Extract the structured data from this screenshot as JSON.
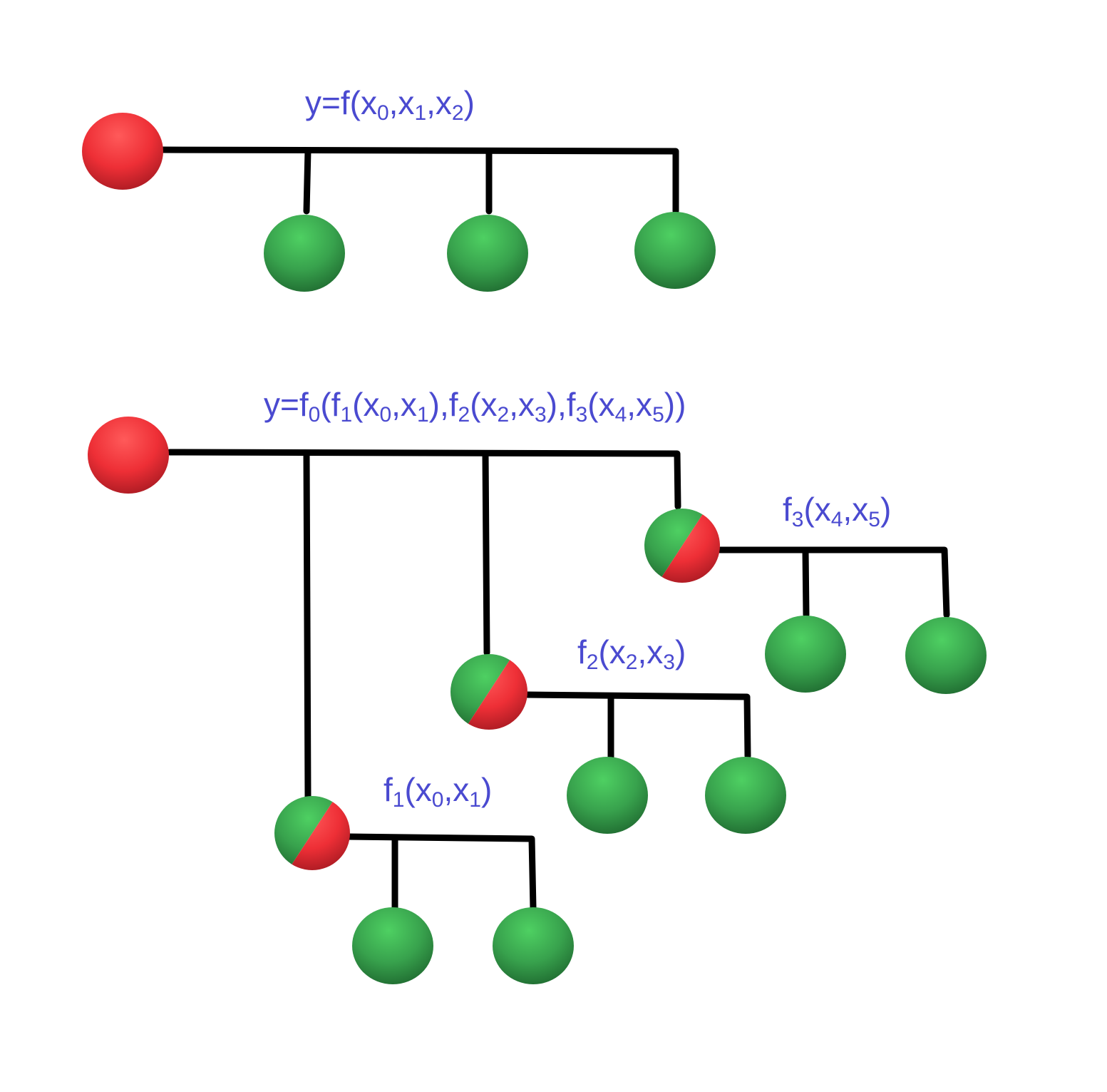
{
  "colors": {
    "output_node": "#e8303a",
    "input_node": "#2f9e48",
    "label": "#4a4ad0",
    "edge": "#000000"
  },
  "top_tree": {
    "label": [
      {
        "t": "y=f(x"
      },
      {
        "t": "0",
        "sub": true
      },
      {
        "t": ",x"
      },
      {
        "t": "1",
        "sub": true
      },
      {
        "t": ",x"
      },
      {
        "t": "2",
        "sub": true
      },
      {
        "t": ")"
      }
    ]
  },
  "bottom_tree": {
    "label": [
      {
        "t": "y=f"
      },
      {
        "t": "0",
        "sub": true
      },
      {
        "t": "(f"
      },
      {
        "t": "1",
        "sub": true
      },
      {
        "t": "(x"
      },
      {
        "t": "0",
        "sub": true
      },
      {
        "t": ",x"
      },
      {
        "t": "1",
        "sub": true
      },
      {
        "t": "),f"
      },
      {
        "t": "2",
        "sub": true
      },
      {
        "t": "(x"
      },
      {
        "t": "2",
        "sub": true
      },
      {
        "t": ",x"
      },
      {
        "t": "3",
        "sub": true
      },
      {
        "t": "),f"
      },
      {
        "t": "3",
        "sub": true
      },
      {
        "t": "(x"
      },
      {
        "t": "4",
        "sub": true
      },
      {
        "t": ",x"
      },
      {
        "t": "5",
        "sub": true
      },
      {
        "t": "))"
      }
    ],
    "subtrees": [
      {
        "label": [
          {
            "t": "f"
          },
          {
            "t": "1",
            "sub": true
          },
          {
            "t": "(x"
          },
          {
            "t": "0",
            "sub": true
          },
          {
            "t": ",x"
          },
          {
            "t": "1",
            "sub": true
          },
          {
            "t": ")"
          }
        ]
      },
      {
        "label": [
          {
            "t": "f"
          },
          {
            "t": "2",
            "sub": true
          },
          {
            "t": "(x"
          },
          {
            "t": "2",
            "sub": true
          },
          {
            "t": ",x"
          },
          {
            "t": "3",
            "sub": true
          },
          {
            "t": ")"
          }
        ]
      },
      {
        "label": [
          {
            "t": "f"
          },
          {
            "t": "3",
            "sub": true
          },
          {
            "t": "(x"
          },
          {
            "t": "4",
            "sub": true
          },
          {
            "t": ",x"
          },
          {
            "t": "5",
            "sub": true
          },
          {
            "t": ")"
          }
        ]
      }
    ]
  }
}
